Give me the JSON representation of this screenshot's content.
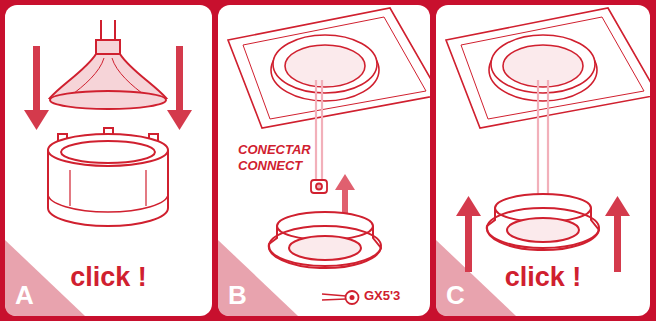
{
  "diagram": {
    "nodes": [
      {
        "text": [
          "click !",
          "A"
        ]
      },
      {
        "text": [
          "CONECTAR",
          "CONNECT",
          "B",
          "GX5'3"
        ]
      },
      {
        "text": [
          "click !",
          "C"
        ]
      }
    ]
  }
}
